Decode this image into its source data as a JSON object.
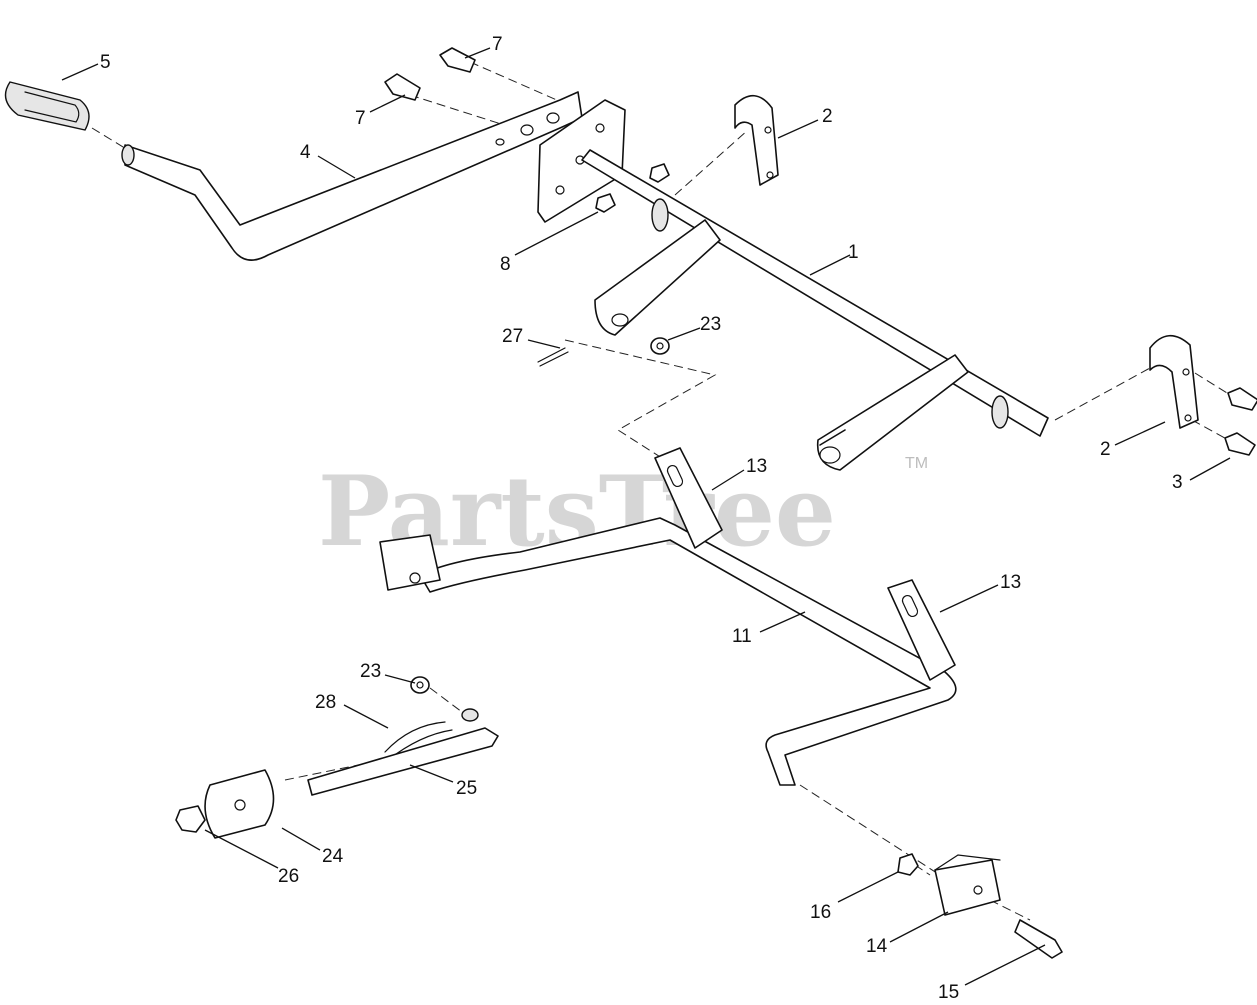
{
  "watermark": {
    "text": "PartsTree",
    "trademark": "TM"
  },
  "callouts": {
    "c1": "1",
    "c2a": "2",
    "c2b": "2",
    "c3": "3",
    "c4": "4",
    "c5": "5",
    "c7a": "7",
    "c7b": "7",
    "c8": "8",
    "c11": "11",
    "c13a": "13",
    "c13b": "13",
    "c14": "14",
    "c15": "15",
    "c16": "16",
    "c23a": "23",
    "c23b": "23",
    "c24": "24",
    "c25": "25",
    "c26": "26",
    "c27": "27",
    "c28": "28"
  }
}
